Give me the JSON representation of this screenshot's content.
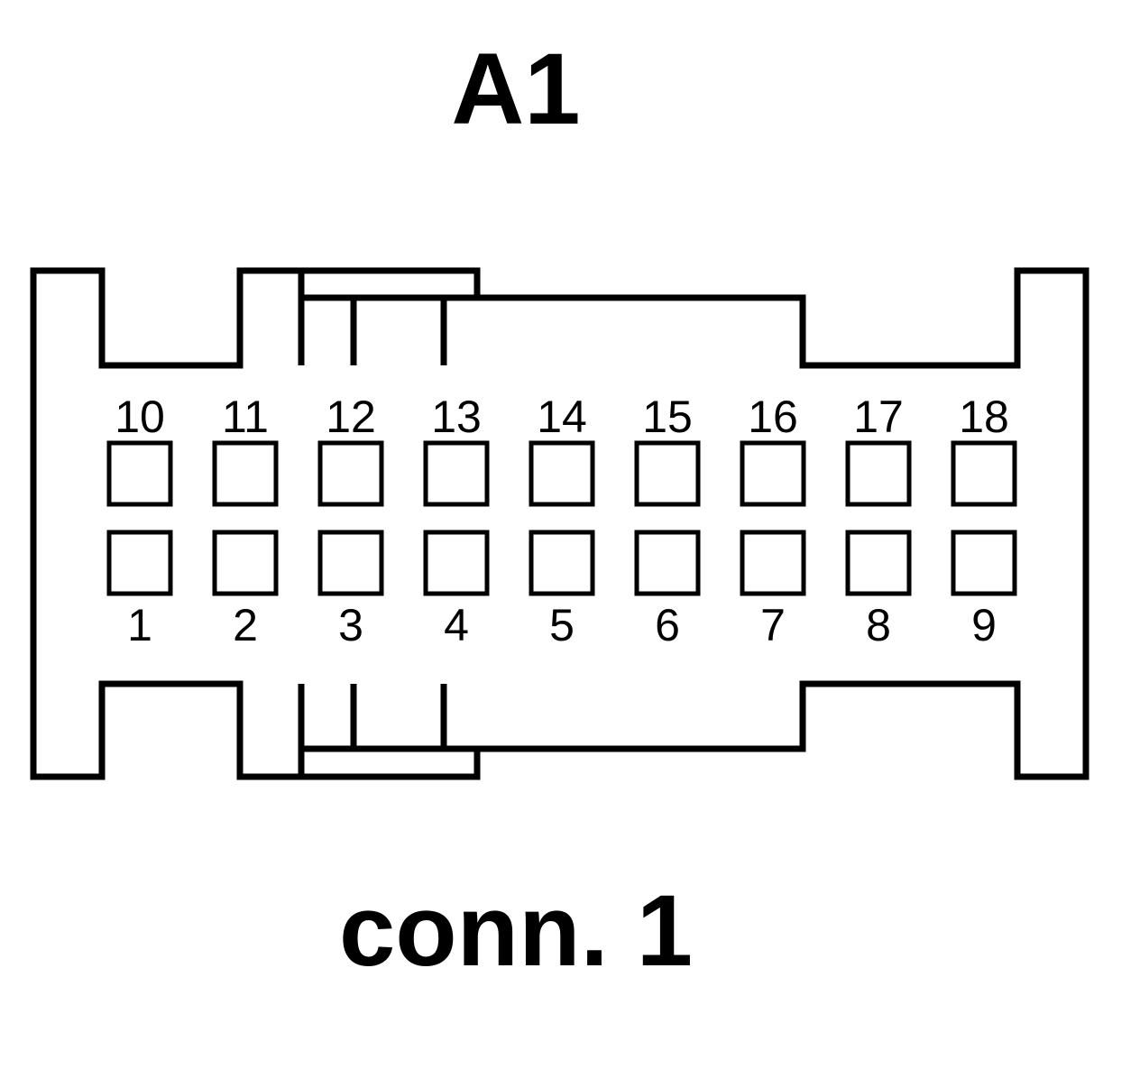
{
  "title": "A1",
  "caption": "conn. 1",
  "connector": {
    "top_row_pins": [
      "10",
      "11",
      "12",
      "13",
      "14",
      "15",
      "16",
      "17",
      "18"
    ],
    "bottom_row_pins": [
      "1",
      "2",
      "3",
      "4",
      "5",
      "6",
      "7",
      "8",
      "9"
    ]
  },
  "colors": {
    "line": "#000000",
    "background": "#ffffff"
  }
}
